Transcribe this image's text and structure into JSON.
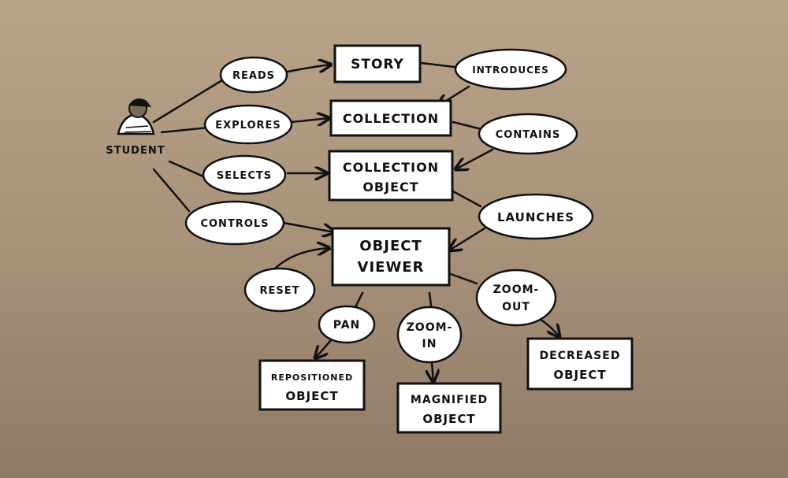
{
  "nodes": {
    "student": "STUDENT",
    "story": "STORY",
    "collection": "COLLECTION",
    "collection_object": [
      "COLLECTION",
      "OBJECT"
    ],
    "object_viewer": [
      "OBJECT",
      "VIEWER"
    ],
    "repositioned_object": [
      "REPOSITIONED",
      "OBJECT"
    ],
    "magnified_object": [
      "MAGNIFIED",
      "OBJECT"
    ],
    "decreased_object": [
      "DECREASED",
      "OBJECT"
    ]
  },
  "relations": {
    "reads": "READS",
    "explores": "EXPLORES",
    "selects": "SELECTS",
    "controls": "CONTROLS",
    "introduces": "INTRODUCES",
    "contains": "CONTAINS",
    "launches": "LAUNCHES",
    "reset": "RESET",
    "pan": "PAN",
    "zoom_in": [
      "ZOOM-",
      "IN"
    ],
    "zoom_out": [
      "ZOOM-",
      "OUT"
    ]
  },
  "colors": {
    "background_top": "#b9a48a",
    "background_bottom": "#8f7a66",
    "ink": "#111111",
    "fill": "#ffffff"
  }
}
